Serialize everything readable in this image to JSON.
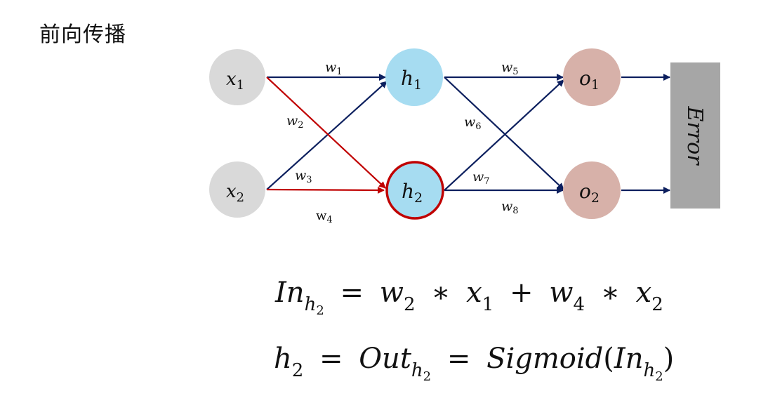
{
  "title": "前向传播",
  "colors": {
    "input_node": "#d9d9d9",
    "hidden_node": "#a6dcf1",
    "output_node": "#d7b1a9",
    "error_box": "#a6a6a6",
    "edge_default": "#0c1f5e",
    "edge_highlight": "#c00000",
    "highlight_border": "#c00000"
  },
  "nodes": {
    "x1": {
      "base": "x",
      "sub": "1"
    },
    "x2": {
      "base": "x",
      "sub": "2"
    },
    "h1": {
      "base": "h",
      "sub": "1"
    },
    "h2": {
      "base": "h",
      "sub": "2",
      "highlighted": true
    },
    "o1": {
      "base": "o",
      "sub": "1"
    },
    "o2": {
      "base": "o",
      "sub": "2"
    }
  },
  "error_label": "Error",
  "weights": [
    {
      "base": "w",
      "sub": "1",
      "from": "x1",
      "to": "h1"
    },
    {
      "base": "w",
      "sub": "2",
      "from": "x1",
      "to": "h2",
      "highlighted": true
    },
    {
      "base": "w",
      "sub": "3",
      "from": "x2",
      "to": "h1"
    },
    {
      "base": "w",
      "sub": "4",
      "from": "x2",
      "to": "h2",
      "highlighted": true
    },
    {
      "base": "w",
      "sub": "5",
      "from": "h1",
      "to": "o1"
    },
    {
      "base": "w",
      "sub": "6",
      "from": "h1",
      "to": "o2"
    },
    {
      "base": "w",
      "sub": "7",
      "from": "h2",
      "to": "o1"
    },
    {
      "base": "w",
      "sub": "8",
      "from": "h2",
      "to": "o2"
    }
  ],
  "equations": {
    "eq1": {
      "lhs": "In",
      "lhs_sub": "h",
      "lhs_subsub": "2",
      "equals": "=",
      "t1": "w",
      "t1_sub": "2",
      "mul1": "∗",
      "t2": "x",
      "t2_sub": "1",
      "plus": "+",
      "t3": "w",
      "t3_sub": "4",
      "mul2": "∗",
      "t4": "x",
      "t4_sub": "2"
    },
    "eq2": {
      "lhs": "h",
      "lhs_sub": "2",
      "eq1": "=",
      "mid": "Out",
      "mid_sub": "h",
      "mid_subsub": "2",
      "eq2": "=",
      "fn": "Sigmoid",
      "open": "(",
      "arg": "In",
      "arg_sub": "h",
      "arg_subsub": "2",
      "close": ")"
    }
  }
}
